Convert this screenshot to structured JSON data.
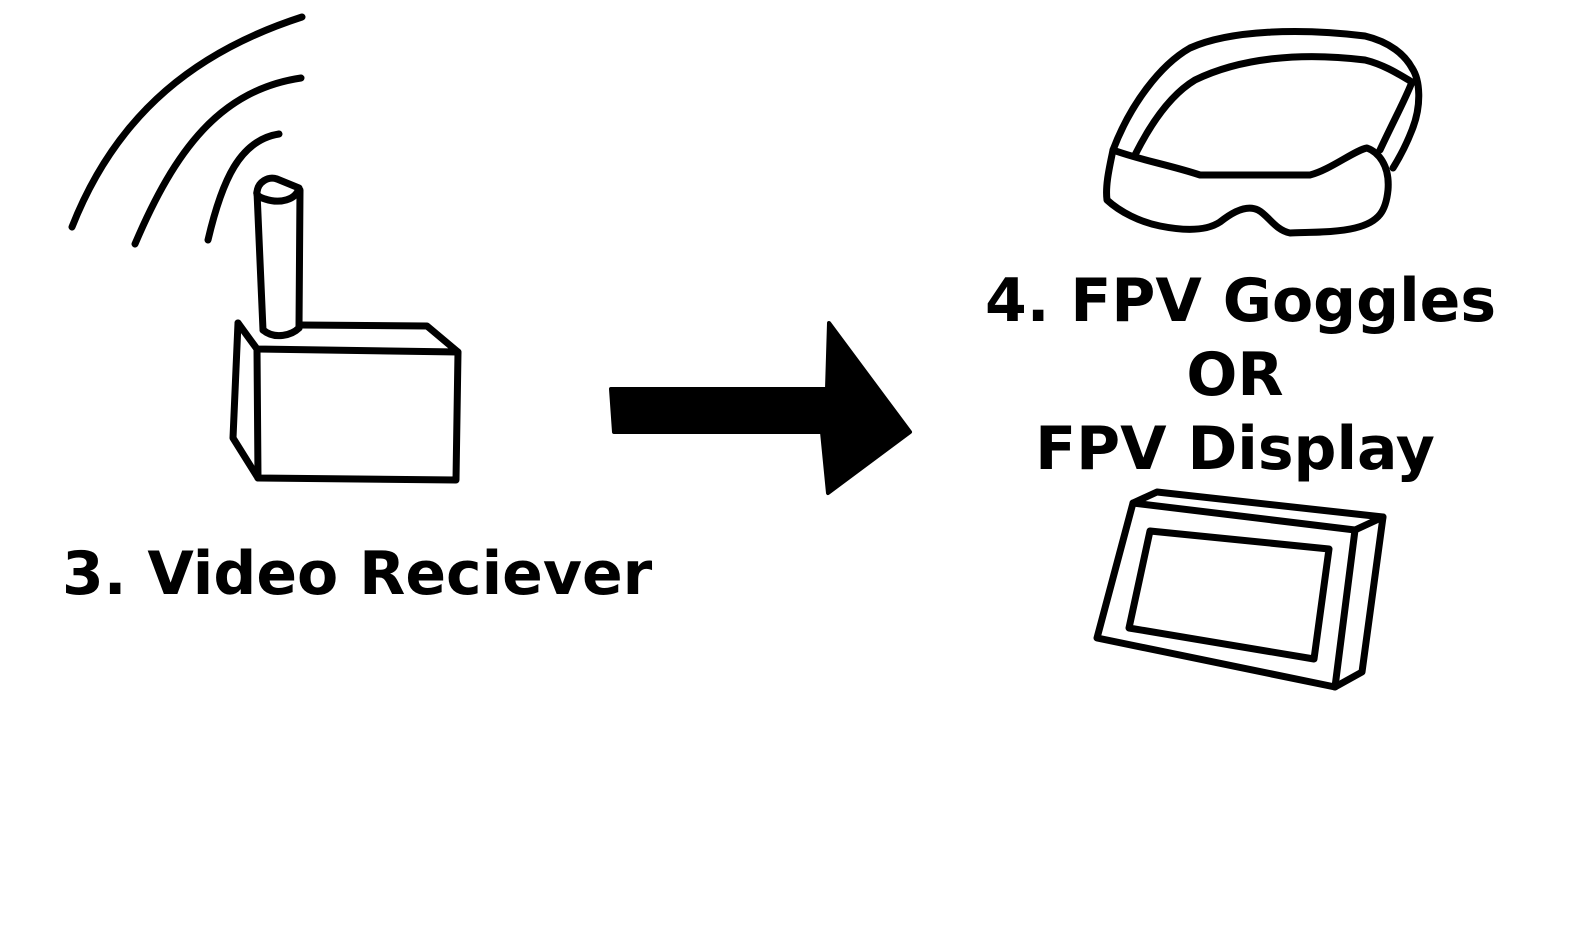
{
  "labels": {
    "receiver": "3. Video Reciever",
    "display_line1": "4. FPV Goggles",
    "display_line2": "OR",
    "display_line3": "FPV Display"
  },
  "colors": {
    "ink": "#000000",
    "background": "#ffffff"
  },
  "icons": {
    "receiver": "video-receiver-icon",
    "signal": "signal-waves-icon",
    "arrow": "right-arrow-icon",
    "goggles": "fpv-goggles-icon",
    "monitor": "fpv-display-icon"
  }
}
